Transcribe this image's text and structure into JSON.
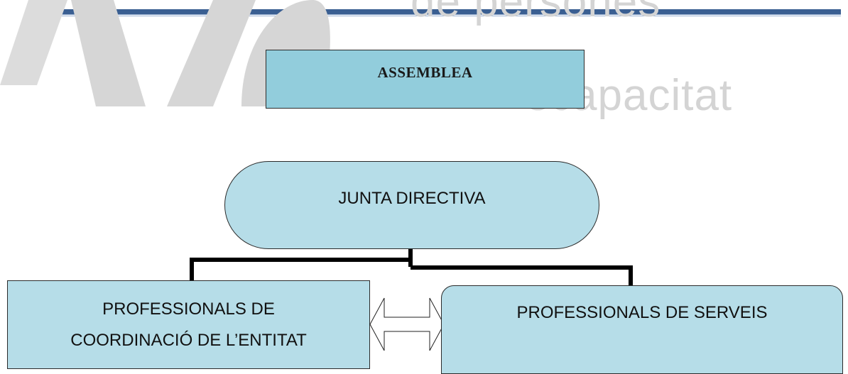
{
  "watermark": {
    "line1": "de persones",
    "line2": "scapacitat"
  },
  "org_chart": {
    "assemblea": "ASSEMBLEA",
    "junta_directiva": "JUNTA DIRECTIVA",
    "professionals_coordinacio": {
      "line1": "PROFESSIONALS DE",
      "line2": "COORDINACIÓ DE L’ENTITAT"
    },
    "professionals_serveis": "PROFESSIONALS DE SERVEIS"
  },
  "colors": {
    "header_rule": "#3a5f92",
    "assemblea_fill": "#92cddc",
    "box_fill": "#b6dde8",
    "watermark": "#d4d4d4",
    "connector": "#000000"
  }
}
